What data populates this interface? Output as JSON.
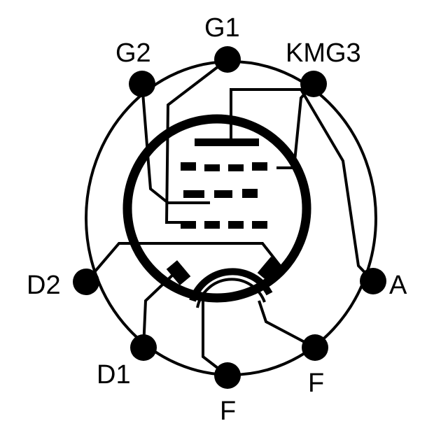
{
  "diagram": {
    "type": "vacuum tube base pin diagram",
    "pins": [
      {
        "id": "G1",
        "label": "G1"
      },
      {
        "id": "KMG3",
        "label": "KMG3"
      },
      {
        "id": "A",
        "label": "A"
      },
      {
        "id": "F_right",
        "label": "F"
      },
      {
        "id": "F_bottom",
        "label": "F"
      },
      {
        "id": "D1",
        "label": "D1"
      },
      {
        "id": "D2",
        "label": "D2"
      },
      {
        "id": "G2",
        "label": "G2"
      }
    ],
    "colors": {
      "ink": "#000000",
      "background": "#ffffff"
    }
  }
}
